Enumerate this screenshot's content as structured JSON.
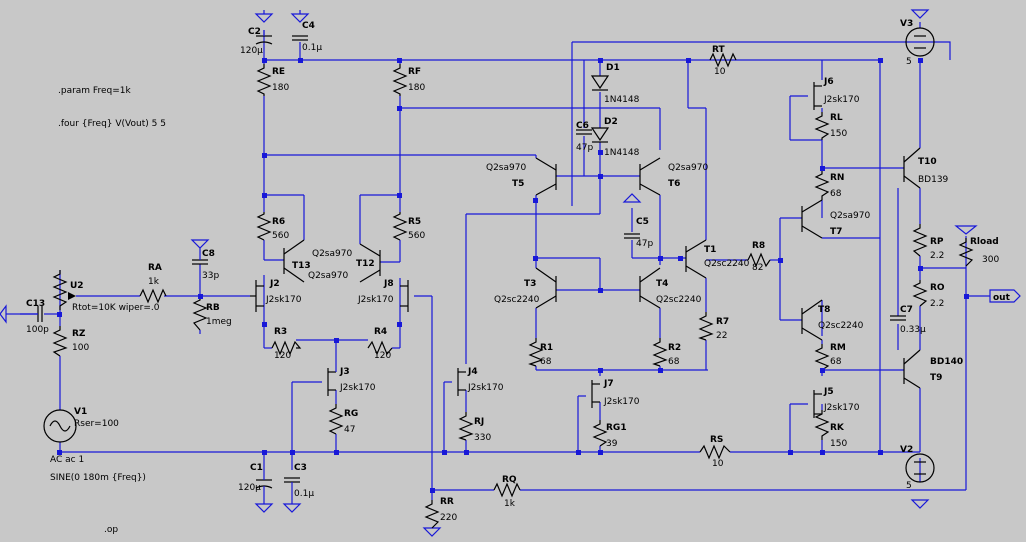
{
  "directives": {
    "param": ".param Freq=1k",
    "four": ".four {Freq} V(Vout) 5 5",
    "op": ".op"
  },
  "components": {
    "C2": {
      "name": "C2",
      "value": "120µ"
    },
    "C4": {
      "name": "C4",
      "value": "0.1µ"
    },
    "RE": {
      "name": "RE",
      "value": "180"
    },
    "RF": {
      "name": "RF",
      "value": "180"
    },
    "D1": {
      "name": "D1",
      "value": "1N4148"
    },
    "D2": {
      "name": "D2",
      "value": "1N4148"
    },
    "RT": {
      "name": "RT",
      "value": "10"
    },
    "J6": {
      "name": "J6",
      "value": "J2sk170"
    },
    "RL": {
      "name": "RL",
      "value": "150"
    },
    "V3": {
      "name": "V3",
      "value": "5"
    },
    "C6": {
      "name": "C6",
      "value": "47p"
    },
    "T5": {
      "name": "T5",
      "value": "Q2sa970"
    },
    "T6": {
      "name": "T6",
      "value": "Q2sa970"
    },
    "RN": {
      "name": "RN",
      "value": "68"
    },
    "T10": {
      "name": "T10",
      "value": "BD139"
    },
    "R6": {
      "name": "R6",
      "value": "560"
    },
    "R5": {
      "name": "R5",
      "value": "560"
    },
    "T13": {
      "name": "T13",
      "value": "Q2sa970"
    },
    "T12": {
      "name": "T12",
      "value": "Q2sa970"
    },
    "C5": {
      "name": "C5",
      "value": "47p"
    },
    "T7": {
      "name": "T7",
      "value": "Q2sa970"
    },
    "T1": {
      "name": "T1",
      "value": "Q2sc2240"
    },
    "R8": {
      "name": "R8",
      "value": "82"
    },
    "RP": {
      "name": "RP",
      "value": "2.2"
    },
    "Rload": {
      "name": "Rload",
      "value": "300"
    },
    "U2": {
      "name": "U2",
      "value": "Rtot=10K wiper=.0"
    },
    "RA": {
      "name": "RA",
      "value": "1k"
    },
    "C8": {
      "name": "C8",
      "value": "33p"
    },
    "J2": {
      "name": "J2",
      "value": "J2sk170"
    },
    "J8": {
      "name": "J8",
      "value": "J2sk170"
    },
    "T3": {
      "name": "T3",
      "value": "Q2sc2240"
    },
    "T4": {
      "name": "T4",
      "value": "Q2sc2240"
    },
    "RO": {
      "name": "RO",
      "value": "2.2"
    },
    "C13": {
      "name": "C13",
      "value": "100p"
    },
    "RB": {
      "name": "RB",
      "value": "1meg"
    },
    "R3": {
      "name": "R3",
      "value": "120"
    },
    "R4": {
      "name": "R4",
      "value": "120"
    },
    "R7": {
      "name": "R7",
      "value": "22"
    },
    "T8": {
      "name": "T8",
      "value": "Q2sc2240"
    },
    "C7": {
      "name": "C7",
      "value": "0.33µ"
    },
    "RZ": {
      "name": "RZ",
      "value": "100"
    },
    "R1": {
      "name": "R1",
      "value": "68"
    },
    "R2": {
      "name": "R2",
      "value": "68"
    },
    "RM": {
      "name": "RM",
      "value": "68"
    },
    "J3": {
      "name": "J3",
      "value": "J2sk170"
    },
    "J4": {
      "name": "J4",
      "value": "J2sk170"
    },
    "J7": {
      "name": "J7",
      "value": "J2sk170"
    },
    "T9": {
      "name": "T9",
      "value": "BD140"
    },
    "RG": {
      "name": "RG",
      "value": "47"
    },
    "RJ": {
      "name": "RJ",
      "value": "330"
    },
    "J5": {
      "name": "J5",
      "value": "J2sk170"
    },
    "RG1": {
      "name": "RG1",
      "value": "39"
    },
    "RK": {
      "name": "RK",
      "value": "150"
    },
    "V1": {
      "name": "V1",
      "value": "Rser=100",
      "ac": "AC ac 1",
      "sine": "SINE(0 180m {Freq})"
    },
    "RS": {
      "name": "RS",
      "value": "10"
    },
    "V2": {
      "name": "V2",
      "value": "5"
    },
    "C1": {
      "name": "C1",
      "value": "120µ"
    },
    "C3": {
      "name": "C3",
      "value": "0.1µ"
    },
    "RQ": {
      "name": "RQ",
      "value": "1k"
    },
    "RR": {
      "name": "RR",
      "value": "220"
    }
  },
  "net_labels": {
    "out": "out"
  }
}
